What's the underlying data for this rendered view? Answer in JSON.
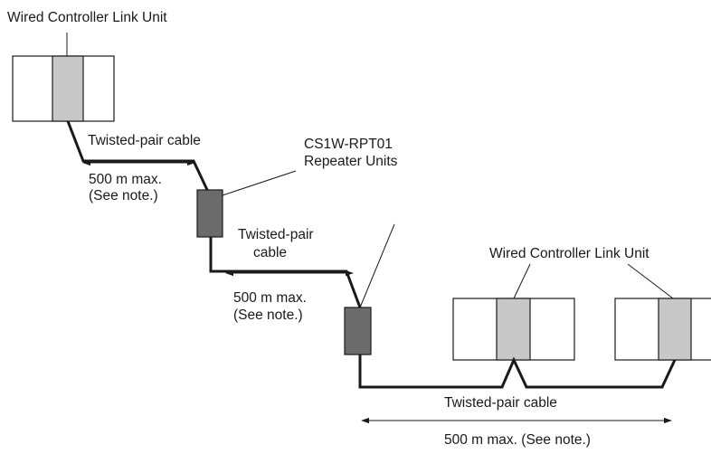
{
  "labels": {
    "unit_top": "Wired Controller Link Unit",
    "cable_1": "Twisted-pair cable",
    "dist_1": "500 m max.",
    "note_1": "(See note.)",
    "repeater_1": "CS1W-RPT01",
    "repeater_2": "Repeater Units",
    "cable_2a": "Twisted-pair",
    "cable_2b": "cable",
    "dist_2": "500 m max.",
    "note_2": "(See note.)",
    "unit_right": "Wired Controller Link Unit",
    "cable_3": "Twisted-pair cable",
    "dist_3": "500 m max. (See note.)"
  },
  "colors": {
    "unit_fill": "#ffffff",
    "slot_fill": "#c8c8c8",
    "repeater_fill": "#6b6b6b",
    "line": "#1a1a1a"
  }
}
